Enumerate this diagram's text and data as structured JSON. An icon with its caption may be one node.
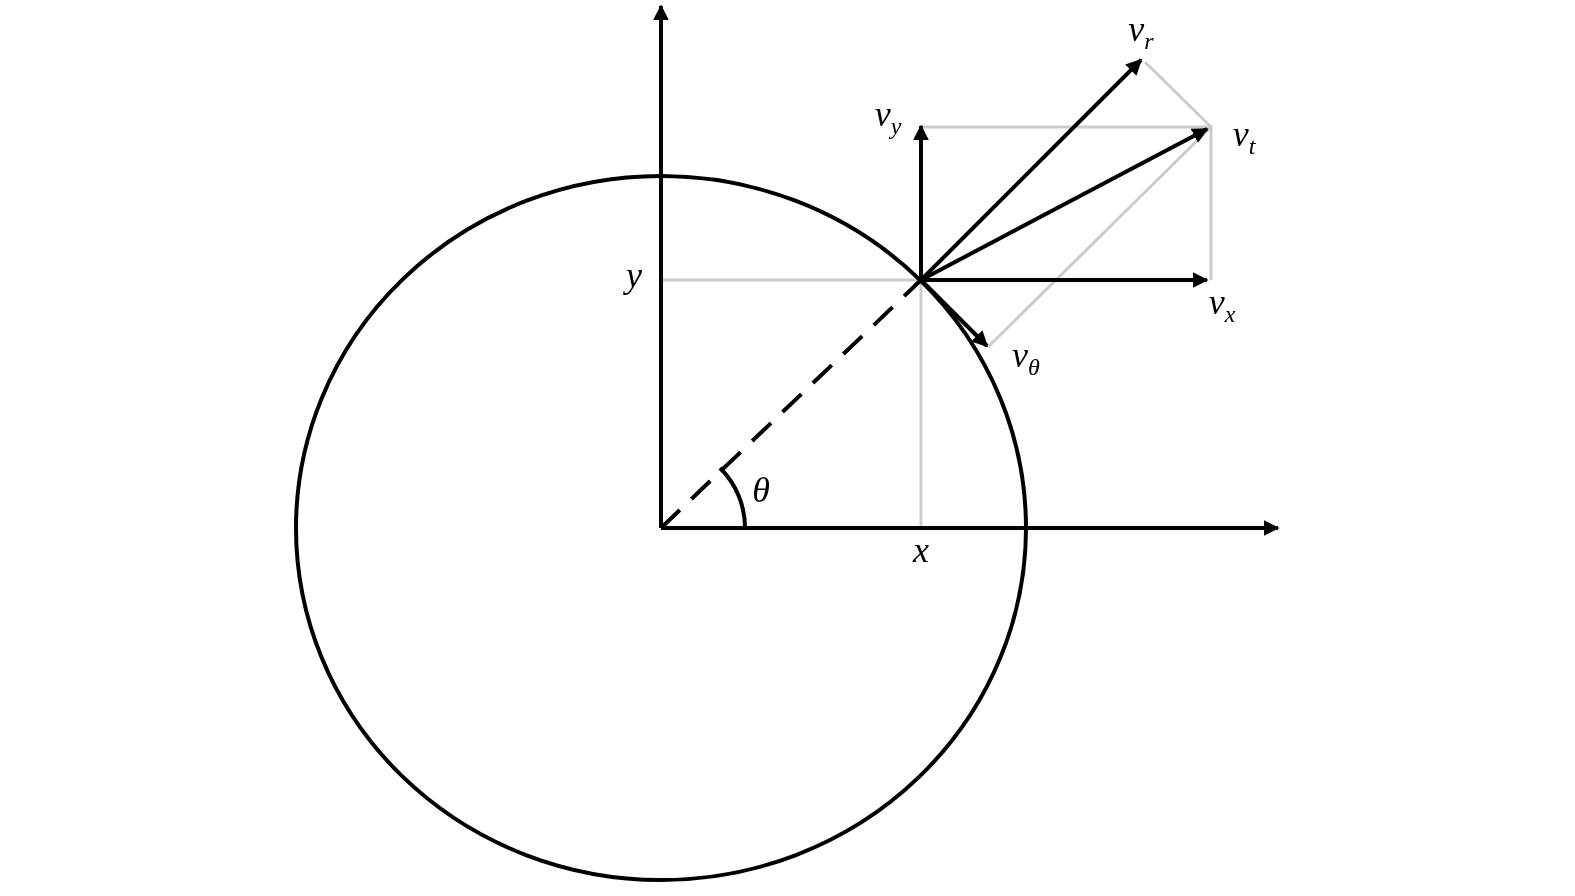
{
  "diagram": {
    "labels": [
      "v$_{r}$",
      "v$_{y}$",
      "v$_{t}$",
      "y",
      "v$_{x}$",
      "v$_{θ}$",
      "θ",
      "x"
    ]
  }
}
